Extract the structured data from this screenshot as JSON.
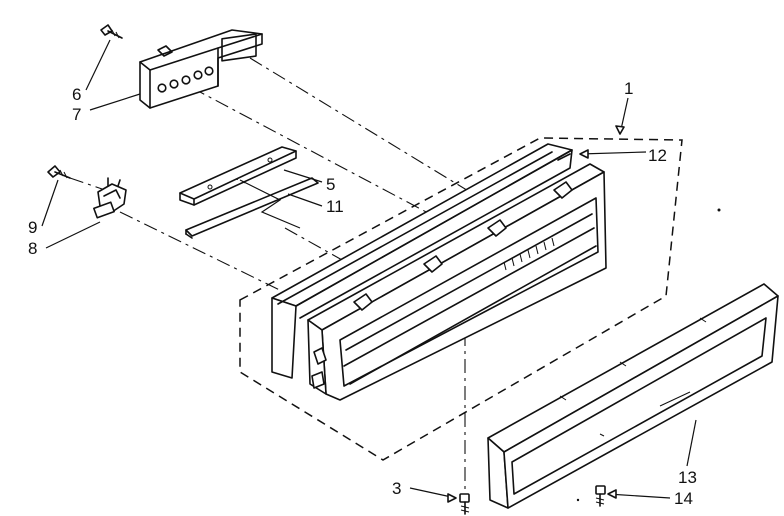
{
  "diagram": {
    "callouts": [
      {
        "id": "c1",
        "text": "1"
      },
      {
        "id": "c12",
        "text": "12"
      },
      {
        "id": "c5",
        "text": "5"
      },
      {
        "id": "c11",
        "text": "11"
      },
      {
        "id": "c6",
        "text": "6"
      },
      {
        "id": "c7",
        "text": "7"
      },
      {
        "id": "c9",
        "text": "9"
      },
      {
        "id": "c8",
        "text": "8"
      },
      {
        "id": "c3",
        "text": "3"
      },
      {
        "id": "c13",
        "text": "13"
      },
      {
        "id": "c14",
        "text": "14"
      }
    ],
    "line_color": "#111111",
    "background": "#ffffff"
  }
}
